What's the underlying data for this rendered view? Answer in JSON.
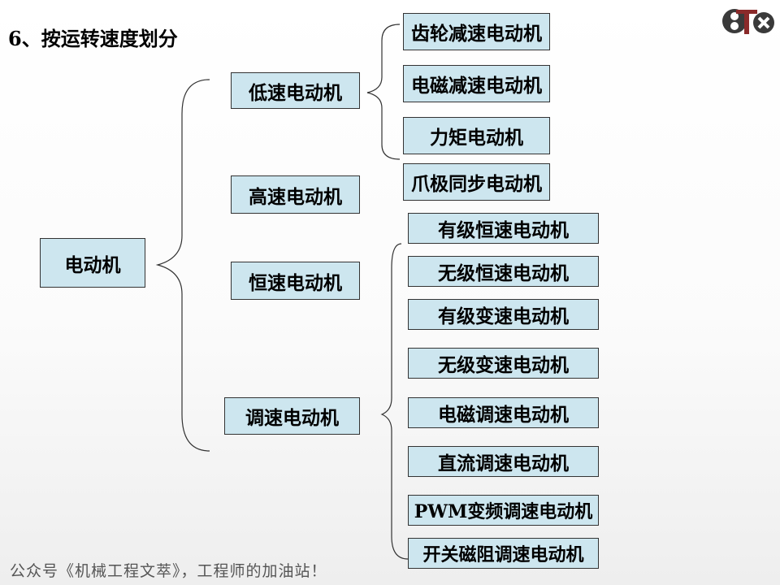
{
  "title": "6、按运转速度划分",
  "watermark": "公众号《机械工程文萃》，工程师的加油站！",
  "root": "电动机",
  "level1": [
    "低速电动机",
    "高速电动机",
    "恒速电动机",
    "调速电动机"
  ],
  "low_speed": [
    "齿轮减速电动机",
    "电磁减速电动机",
    "力矩电动机",
    "爪极同步电动机"
  ],
  "adjustable": [
    "有级恒速电动机",
    "无级恒速电动机",
    "有级变速电动机",
    "无级变速电动机",
    "电磁调速电动机",
    "直流调速电动机",
    "PWM变频调速电动机",
    "开关磁阻调速电动机"
  ],
  "colors": {
    "box_fill": "#cde6ef",
    "box_border": "#333333"
  },
  "logo_icon": "company-logo-icon"
}
